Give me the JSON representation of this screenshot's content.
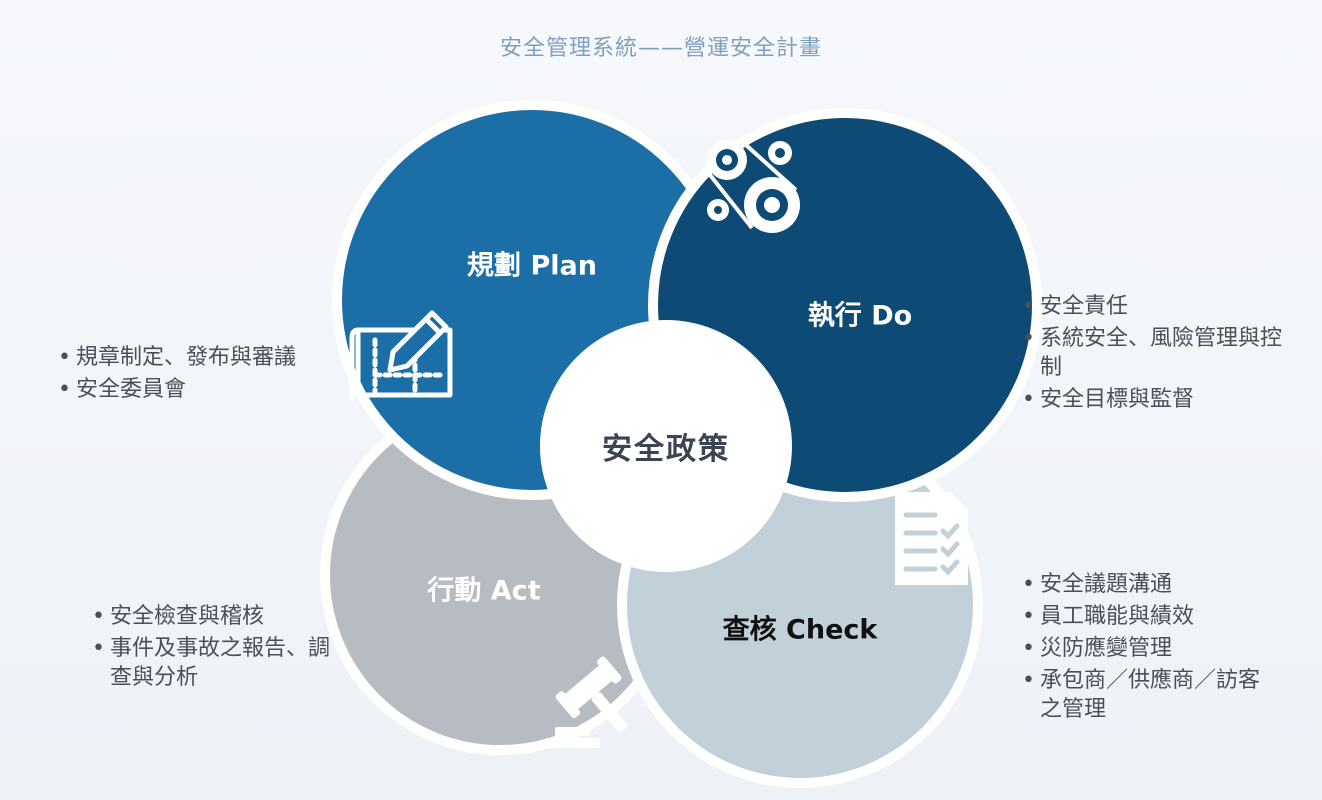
{
  "title": "安全管理系統——營運安全計畫",
  "center": "安全政策",
  "plan": {
    "label": "規劃 Plan",
    "items": [
      "規章制定、發布與審議",
      "安全委員會"
    ]
  },
  "do": {
    "label": "執行 Do",
    "items": [
      "安全責任",
      "系統安全、風險管理與控制",
      "安全目標與監督"
    ]
  },
  "act": {
    "label": "行動 Act",
    "items": [
      "安全檢查與稽核",
      "事件及事故之報告、調查與分析"
    ]
  },
  "check": {
    "label": "查核 Check",
    "items": [
      "安全議題溝通",
      "員工職能與績效",
      "災防應變管理",
      "承包商／供應商／訪客之管理"
    ]
  },
  "colors": {
    "plan": "#1b6fa6",
    "do": "#0d4a75",
    "act": "#b7bcc3",
    "check": "#c2d0da",
    "center": "#ffffff",
    "title": "#7f9fbf"
  },
  "icons": {
    "plan": "blueprint-pencil-icon",
    "do": "gears-icon",
    "act": "gavel-icon",
    "check": "checklist-icon"
  }
}
